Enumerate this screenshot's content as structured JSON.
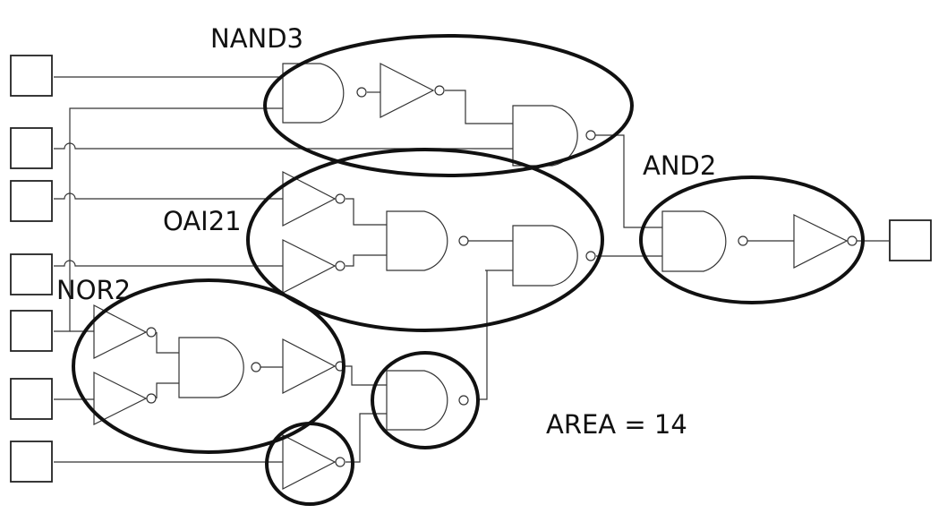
{
  "groups": [
    {
      "id": "nand3",
      "label": "NAND3"
    },
    {
      "id": "oai21",
      "label": "OAI21"
    },
    {
      "id": "nor2",
      "label": "NOR2"
    },
    {
      "id": "and2",
      "label": "AND2"
    }
  ],
  "area_label": "AREA = 14"
}
